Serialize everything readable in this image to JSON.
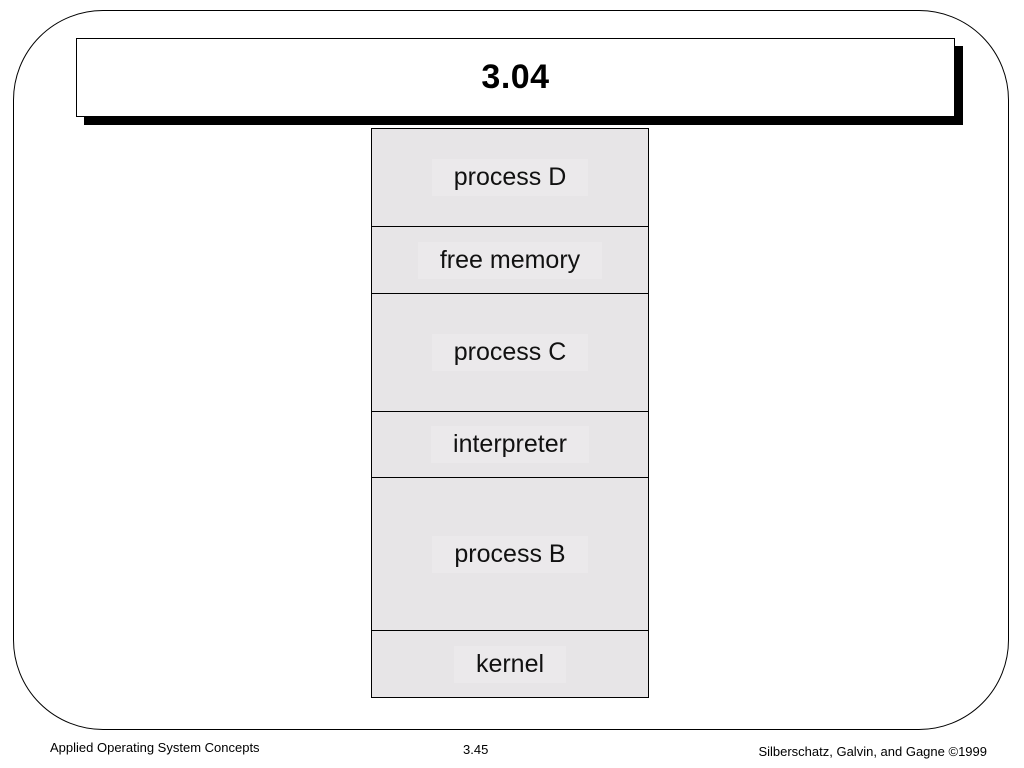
{
  "slide": {
    "title": "3.04"
  },
  "memory_layout": {
    "segments": [
      {
        "label": "process D"
      },
      {
        "label": "free memory"
      },
      {
        "label": "process C"
      },
      {
        "label": "interpreter"
      },
      {
        "label": "process B"
      },
      {
        "label": "kernel"
      }
    ]
  },
  "footer": {
    "left": "Applied Operating System Concepts",
    "center": "3.45",
    "right": "Silberschatz, Galvin, and Gagne ©1999"
  },
  "colors": {
    "segment_fill": "#e7e5e7",
    "border": "#000000",
    "background": "#ffffff"
  }
}
